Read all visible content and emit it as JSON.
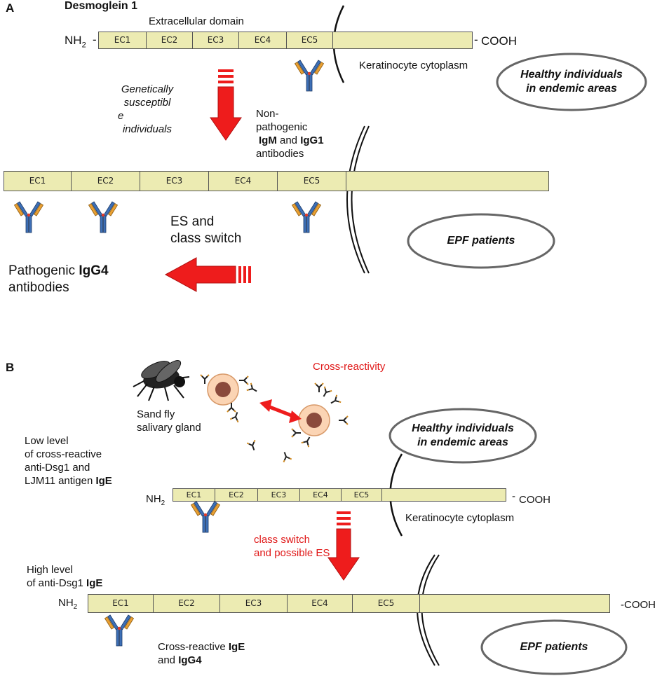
{
  "panel_a": {
    "letter": "A",
    "title": "Desmoglein 1",
    "extracellular": "Extracellular domain",
    "nh2": "NH",
    "nh2_sub": "2",
    "cooh": "COOH",
    "cytoplasm": "Keratinocyte cytoplasm",
    "segments": [
      "EC1",
      "EC2",
      "EC3",
      "EC4",
      "EC5"
    ],
    "healthy": [
      "Healthy individuals",
      "in endemic areas"
    ],
    "susceptible": [
      "Genetically",
      "susceptibl",
      "e",
      "individuals"
    ],
    "nonpath": {
      "line1": "Non-",
      "line2": "pathogenic",
      "igm": "IgM",
      "and": "and",
      "igg1": "IgG1",
      "line4": "antibodies"
    },
    "es_switch": [
      "ES and",
      "class switch"
    ],
    "epf": "EPF patients",
    "pathogenic": {
      "prefix": "Pathogenic",
      "igg4": "IgG4",
      "line2": "antibodies"
    }
  },
  "panel_b": {
    "letter": "B",
    "sand_fly": [
      "Sand fly",
      "salivary gland"
    ],
    "cross_reactivity": "Cross-reactivity",
    "low_level": {
      "line1": "Low level",
      "line2": "of cross-reactive",
      "line3": "anti-Dsg1 and",
      "line4": "LJM11 antigen",
      "ige": "IgE"
    },
    "healthy": [
      "Healthy individuals",
      "in endemic areas"
    ],
    "nh2": "NH",
    "nh2_sub": "2",
    "cooh": "COOH",
    "cooh_bottom": "-COOH",
    "cytoplasm": "Keratinocyte cytoplasm",
    "segments": [
      "EC1",
      "EC2",
      "EC3",
      "EC4",
      "EC5"
    ],
    "class_switch": [
      "class switch",
      "and possible ES"
    ],
    "high_level": {
      "line1": "High level",
      "line2": "of anti-Dsg1",
      "ige": "IgE"
    },
    "cross_reactive": {
      "line1": "Cross-reactive",
      "ige": "IgE",
      "and": "and",
      "igg4": "IgG4"
    },
    "epf": "EPF patients"
  },
  "colors": {
    "bar_fill": "#ecebb2",
    "arrow_red": "#ee1c1c",
    "antibody_blue": "#3d6fb6",
    "antibody_orange": "#e9a033",
    "cell_fill": "#fbd4b4",
    "nucleus": "#8a4a3c",
    "text_red": "#e01818"
  }
}
